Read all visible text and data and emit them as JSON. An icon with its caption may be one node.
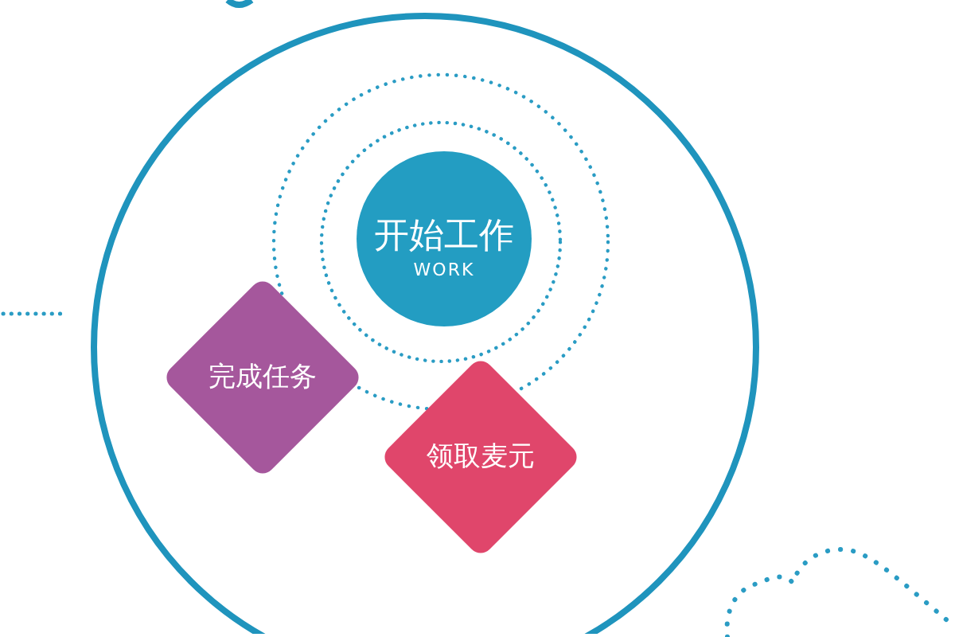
{
  "diagram": {
    "nodes": [
      {
        "text": [],
        "shape": "circle"
      },
      {
        "text": [
          "开始工作",
          "WORK"
        ],
        "in": 0
      },
      {
        "text": [
          "完成任务"
        ],
        "in": 0
      },
      {
        "text": [
          "领取麦元"
        ],
        "in": 0
      }
    ]
  }
}
